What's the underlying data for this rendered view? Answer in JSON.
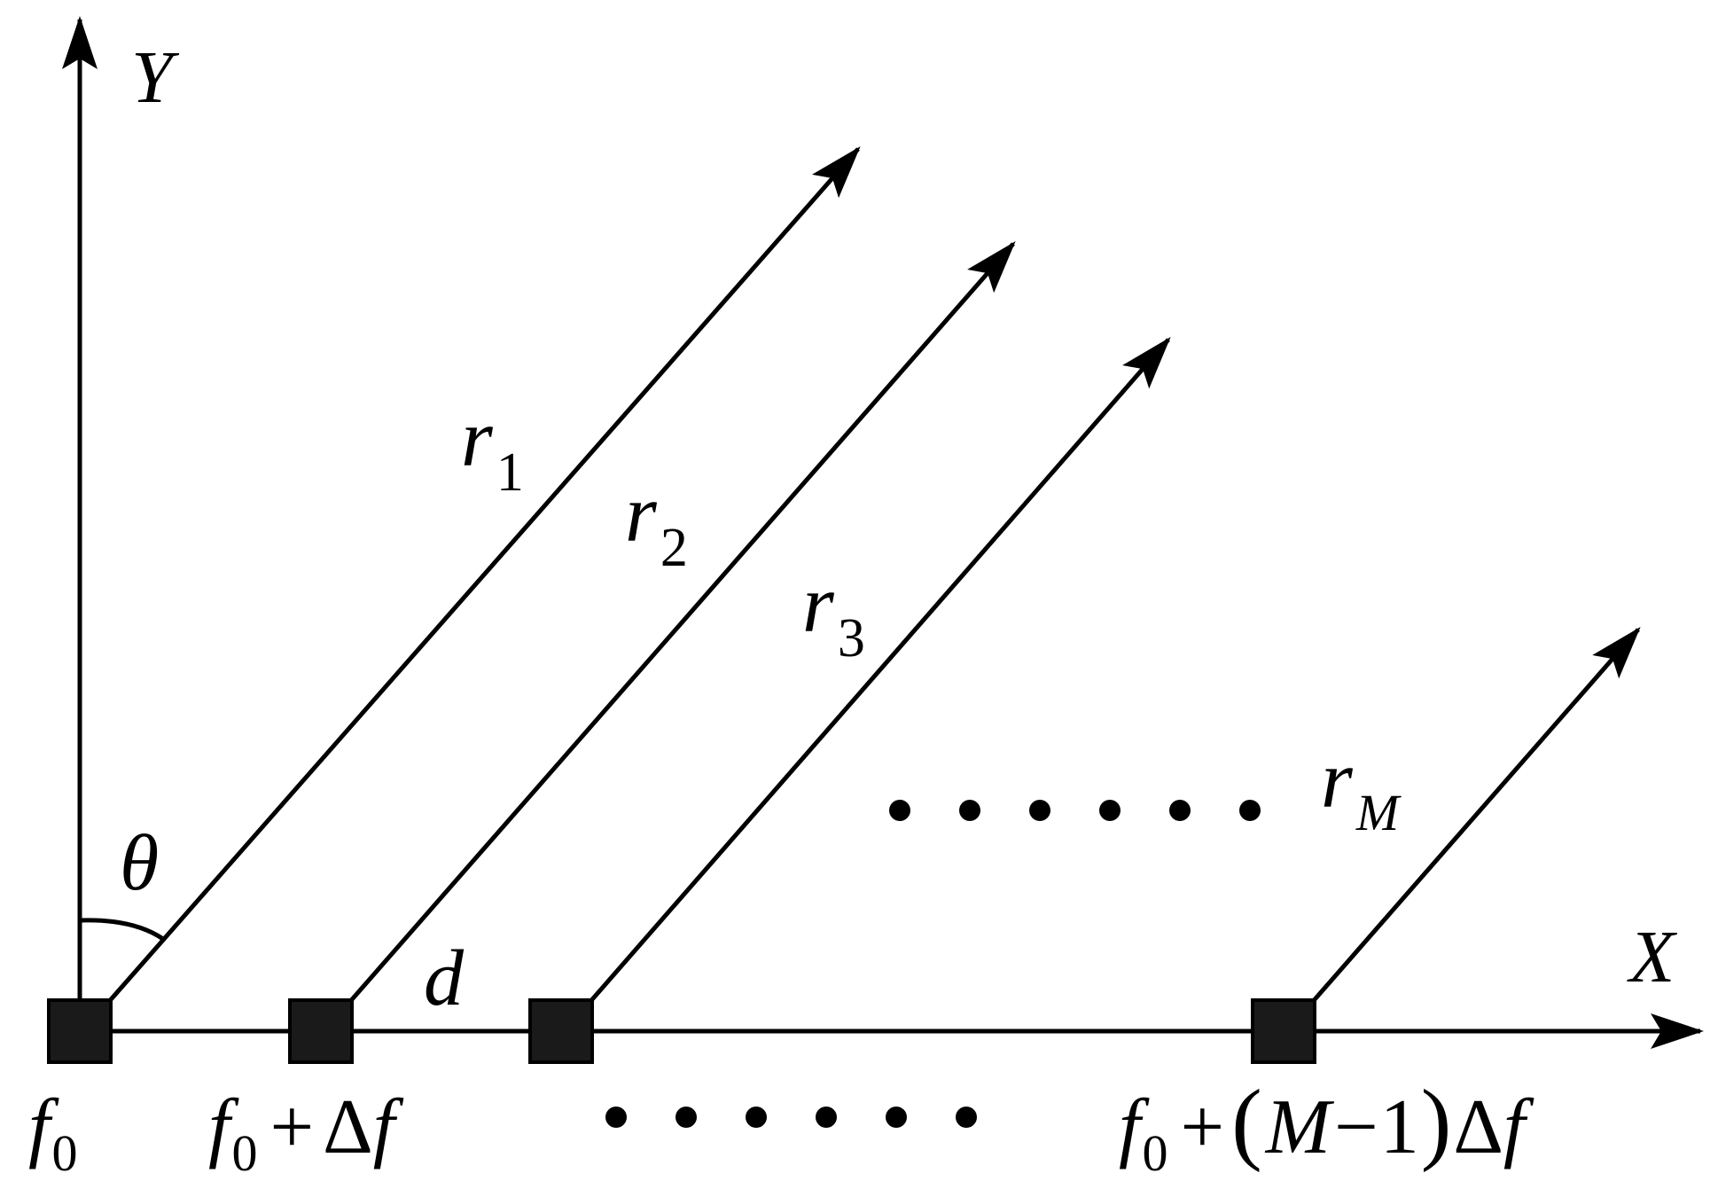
{
  "axes": {
    "y_label": "Y",
    "x_label": "X"
  },
  "angle": {
    "symbol": "θ"
  },
  "spacing": {
    "symbol": "d"
  },
  "ranges": [
    {
      "base": "r",
      "sub": "1"
    },
    {
      "base": "r",
      "sub": "2"
    },
    {
      "base": "r",
      "sub": "3"
    },
    {
      "base": "r",
      "sub": "M"
    }
  ],
  "frequencies": {
    "f0": {
      "base": "f",
      "sub": "0"
    },
    "f1": {
      "base": "f",
      "sub": "0",
      "op": "+",
      "delta": "Δ",
      "var": "f"
    },
    "fM": {
      "base": "f",
      "sub": "0",
      "op": "+",
      "open": "(",
      "m": "M",
      "minus": "−",
      "one": "1",
      "close": ")",
      "delta": "Δ",
      "var": "f"
    }
  },
  "colors": {
    "line": "#000000",
    "element_fill": "#1a1a1a"
  }
}
